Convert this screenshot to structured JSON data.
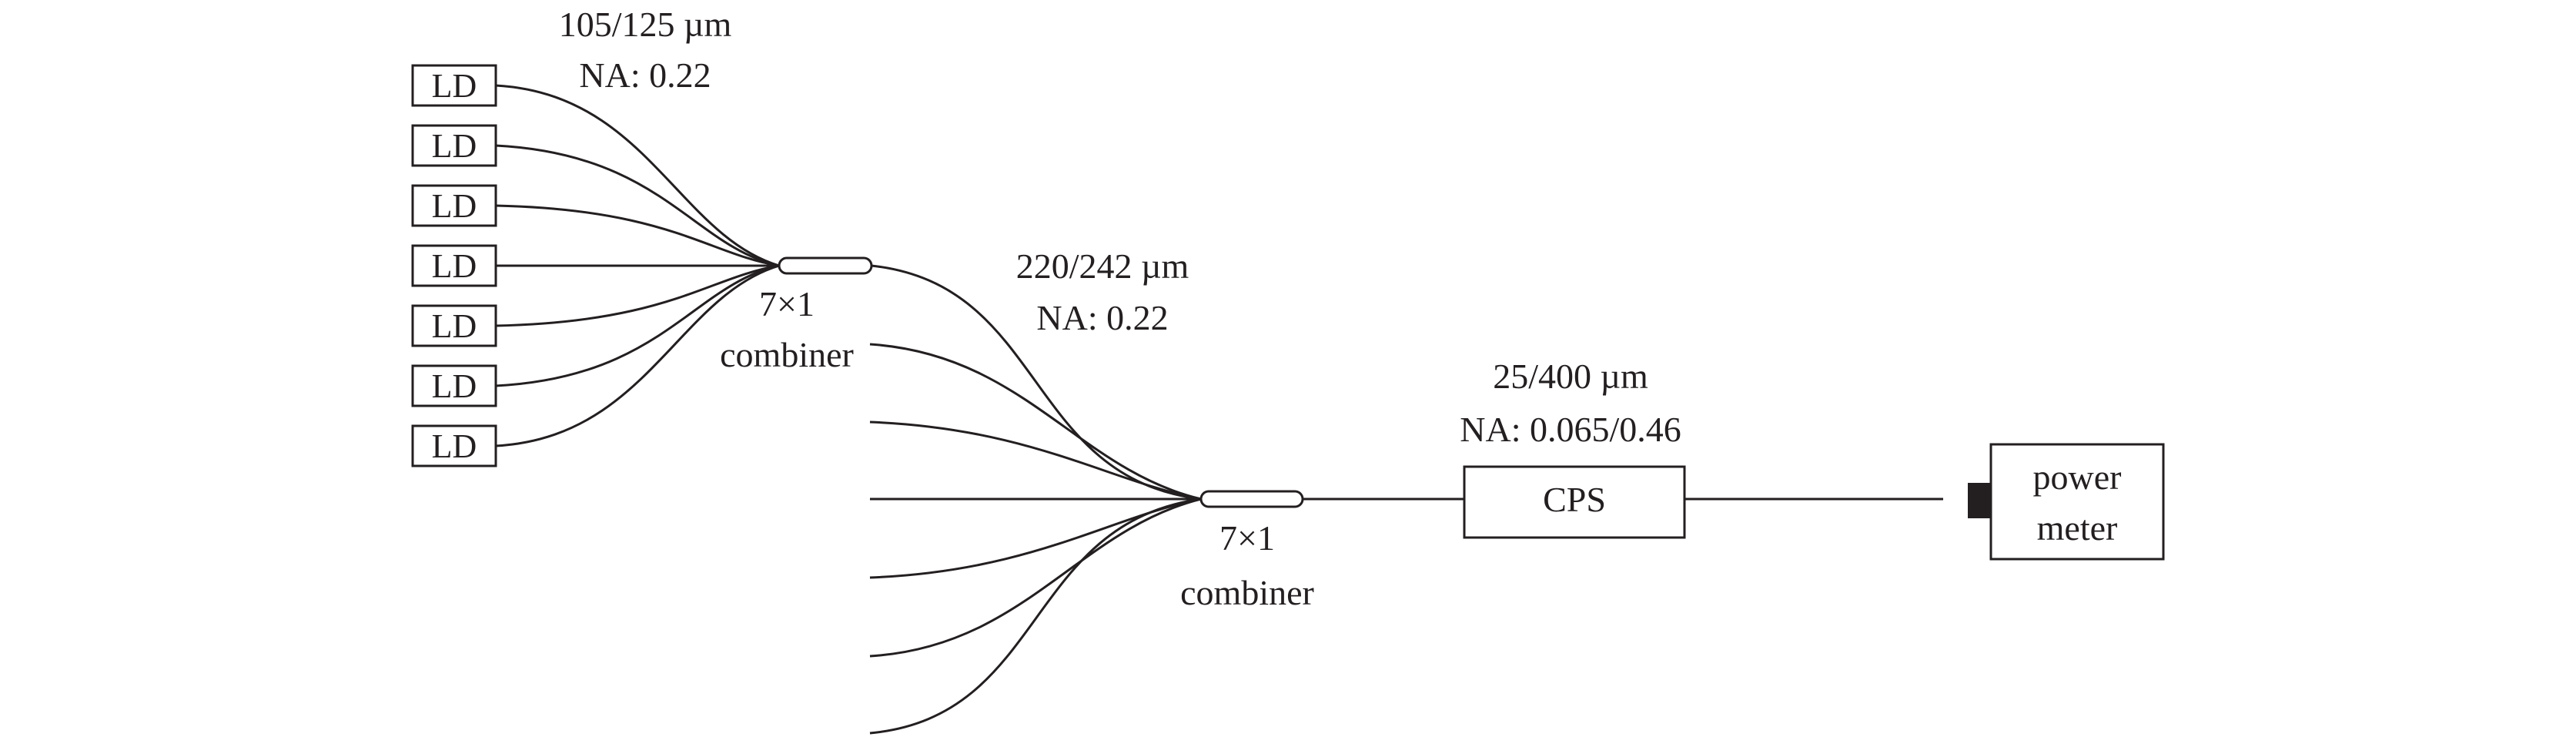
{
  "ld_modules": {
    "labels": [
      "LD",
      "LD",
      "LD",
      "LD",
      "LD",
      "LD",
      "LD"
    ]
  },
  "first_stage": {
    "fiber_line1": "105/125 µm",
    "fiber_line2": "NA: 0.22",
    "combiner_line1": "7×1",
    "combiner_line2": "combiner"
  },
  "second_stage": {
    "fiber_line1": "220/242 µm",
    "fiber_line2": "NA: 0.22",
    "combiner_line1": "7×1",
    "combiner_line2": "combiner"
  },
  "output_fiber": {
    "line1": "25/400 µm",
    "line2": "NA: 0.065/0.46"
  },
  "cps": {
    "label": "CPS"
  },
  "power_meter": {
    "line1": "power",
    "line2": "meter"
  },
  "colors": {
    "stroke": "#231f20",
    "text": "#231f20",
    "detector_head": "#231f20",
    "background": "#ffffff"
  }
}
